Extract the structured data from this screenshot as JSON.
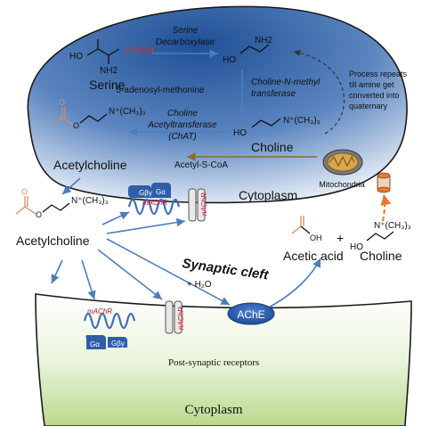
{
  "labels": {
    "serine_decarboxylase_1": "Serine",
    "serine_decarboxylase_2": "Decarboxylase",
    "serine": "Serine",
    "serine_ho": "HO",
    "serine_nh2": "NH2",
    "serine_cooh": "COOH",
    "ethanolamine_ho": "HO",
    "ethanolamine_nh2": "NH2",
    "adenosyl": "5-adenosyl-methonine",
    "cnmt_1": "Choline-N-methyl",
    "cnmt_2": "transferase",
    "process_1": "Process repeats",
    "process_2": "till amine get",
    "process_3": "converted into",
    "process_4": "quaternary",
    "choline_top": "Choline",
    "choline_top_ho": "HO",
    "choline_top_n": "N⁺(CH₃)₃",
    "chat_1": "Choline",
    "chat_2": "Acetyltransferase",
    "chat_3": "(ChAT)",
    "acetylcholine_top": "Acetylcholine",
    "acetylcholine_top_o": "O",
    "acetylcholine_top_n": "N⁺(CH₃)₃",
    "acetyl_scoa": "Acetyl-S-CoA",
    "mitochondria": "Mitochondria",
    "cytoplasm_top": "Cytoplasm",
    "machr_top": "mAChR",
    "nachr_top": "nAChR",
    "g_beta_gamma_top": "Gβγ",
    "g_alpha_top": "Gα",
    "acetylcholine_mid": "Acetylcholine",
    "acetylcholine_mid_o": "O",
    "acetylcholine_mid_n": "N⁺(CH₃)₃",
    "synaptic_cleft": "Synaptic cleft",
    "h2o": "+ H₂O",
    "acetic_acid": "Acetic acid",
    "acetic_oh": "OH",
    "plus": "+",
    "choline_right": "Choline",
    "choline_right_ho": "HO",
    "choline_right_n": "N⁺(CH₃)₃",
    "machr_bottom": "mAChR",
    "nachr_bottom": "nAChR",
    "ache": "AChE",
    "g_alpha_bottom": "Gα",
    "g_beta_gamma_bottom": "Gβγ",
    "post_synaptic": "Post-synaptic receptors",
    "cytoplasm_bottom": "Cytoplasm"
  },
  "colors": {
    "arrow_blue": "#4a7ebb",
    "arrow_brown": "#8b6a2e",
    "arrow_orange": "#e8782a",
    "cooh_red": "#e03020",
    "receptor_blue": "#3f6fb5",
    "g_protein_blue": "#2f5ea8",
    "ache_blue": "#2f5ea8",
    "label_red": "#c8102e",
    "acetyl_orange": "#d98b5f"
  }
}
